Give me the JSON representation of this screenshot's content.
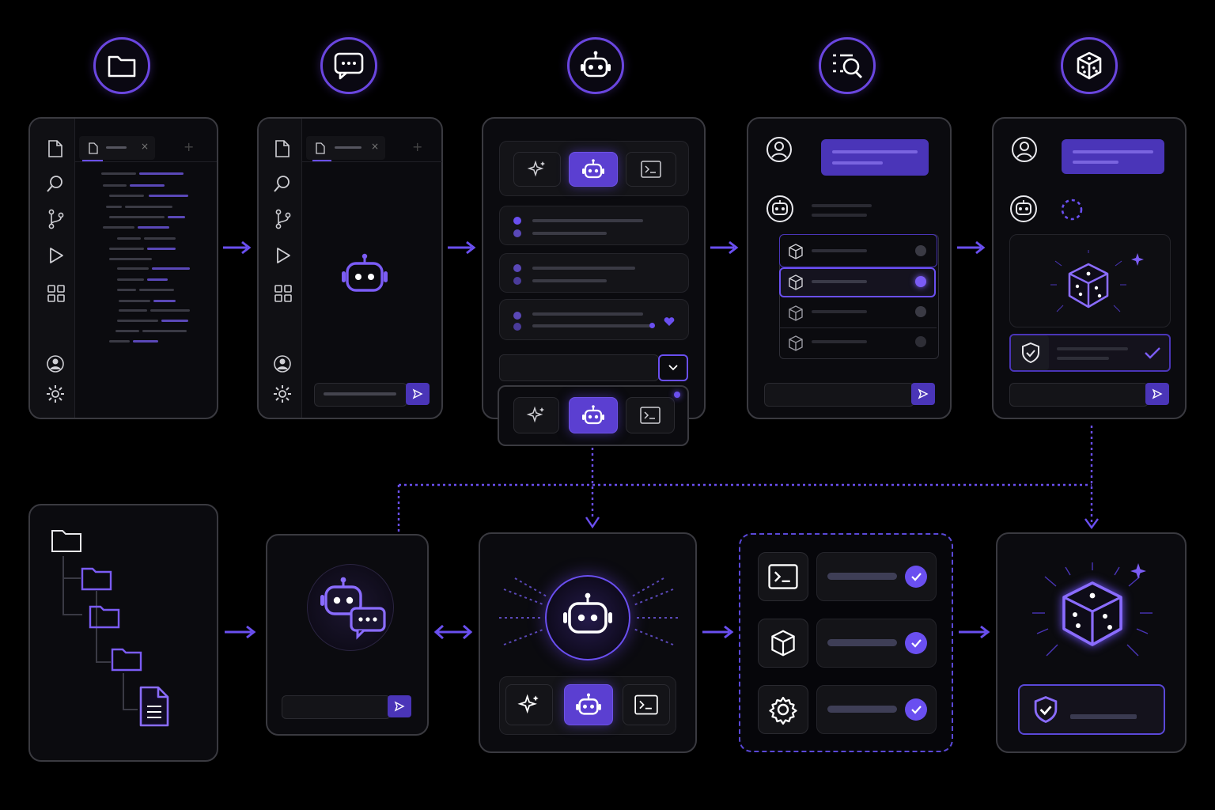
{
  "colors": {
    "accent": "#6a4ff0",
    "accent_dark": "#4a35b8",
    "panel_border": "#3a3a40",
    "background": "#000000"
  },
  "top_row": {
    "stage_icons": [
      "folder-icon",
      "chat-bubble-icon",
      "robot-icon",
      "list-search-icon",
      "dice-icon"
    ]
  },
  "bottom_row": {
    "panel_icons": [
      "folder-tree",
      "robot-chat",
      "robot-hub",
      "tool-checklist",
      "dice-shield"
    ]
  },
  "icons": {
    "file": "file-icon",
    "search": "search-icon",
    "branch": "git-branch-icon",
    "run": "play-icon",
    "extensions": "grid-icon",
    "account": "user-icon",
    "settings": "gear-icon",
    "sparkle": "sparkle-icon",
    "terminal": "terminal-icon",
    "cube": "cube-icon",
    "shield": "shield-check-icon",
    "send": "send-icon"
  }
}
